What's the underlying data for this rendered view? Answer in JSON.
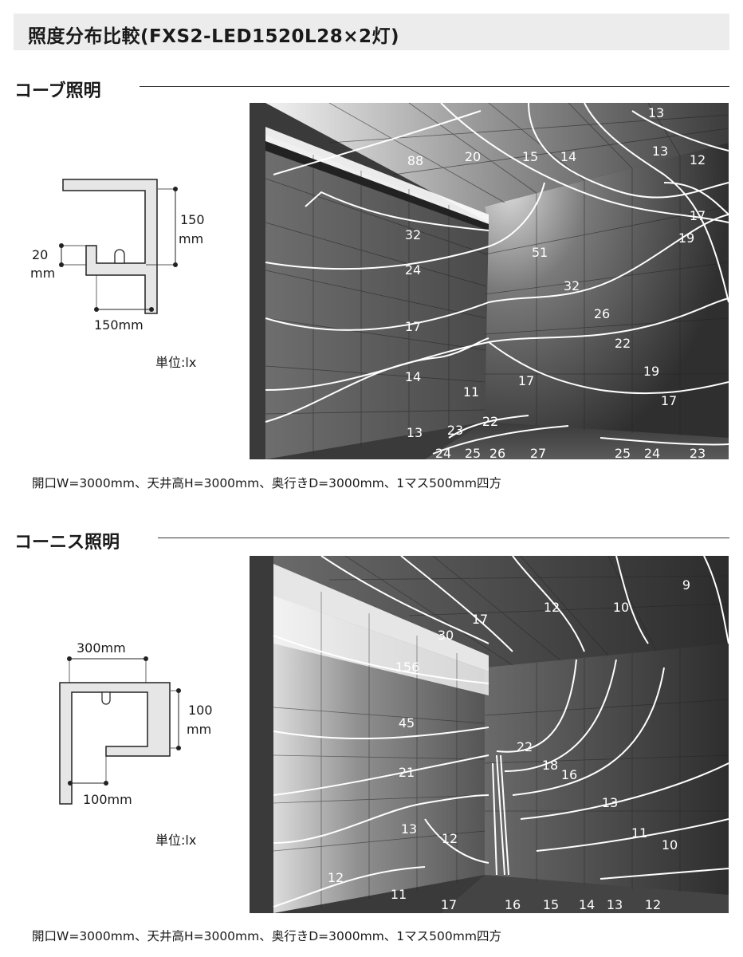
{
  "title": "照度分布比較(FXS2-LED1520L28×2灯)",
  "sections": [
    {
      "heading": "コーブ照明",
      "profile": {
        "dim_height_value": "150",
        "dim_height_unit": "mm",
        "dim_lip_value": "20",
        "dim_lip_unit": "mm",
        "dim_width": "150mm"
      },
      "unit": "単位:lx",
      "caption": "開口W=3000mm、天井高H=3000mm、奥行きD=3000mm、1マス500mm四方",
      "isolux_values": [
        "13",
        "88",
        "20",
        "15",
        "14",
        "13",
        "12",
        "17",
        "19",
        "32",
        "51",
        "24",
        "32",
        "26",
        "17",
        "22",
        "14",
        "19",
        "17",
        "11",
        "17",
        "13",
        "23",
        "22",
        "24",
        "25",
        "26",
        "27",
        "25",
        "24",
        "23"
      ]
    },
    {
      "heading": "コーニス照明",
      "profile": {
        "dim_top": "300mm",
        "dim_height_value": "100",
        "dim_height_unit": "mm",
        "dim_bottom": "100mm"
      },
      "unit": "単位:lx",
      "caption": "開口W=3000mm、天井高H=3000mm、奥行きD=3000mm、1マス500mm四方",
      "isolux_values": [
        "9",
        "12",
        "10",
        "17",
        "30",
        "156",
        "45",
        "22",
        "18",
        "16",
        "21",
        "13",
        "13",
        "12",
        "11",
        "10",
        "12",
        "11",
        "17",
        "16",
        "15",
        "14",
        "13",
        "12"
      ]
    }
  ]
}
